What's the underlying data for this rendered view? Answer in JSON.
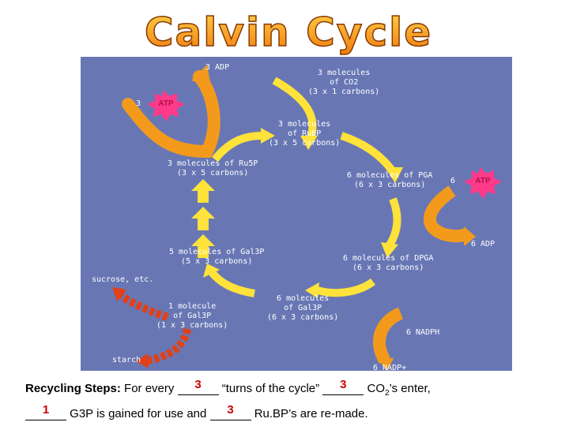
{
  "title": "Calvin Cycle",
  "diagram": {
    "labels": {
      "adp_top": "3 ADP",
      "co2_in": "3 molecules\nof CO2\n(3 x 1 carbons)",
      "three_left": "3",
      "atp": "ATP",
      "rubp": "3 molecules\nof RuBP\n(3 x 5 carbons)",
      "ru5p": "3 molecules of Ru5P\n(3 x 5 carbons)",
      "pga": "6 molecules of PGA\n(6 x 3 carbons)",
      "six_right": "6",
      "adp_right": "6 ADP",
      "gal3p_5": "5 molecules of Gal3P\n(5 x 3 carbons)",
      "dpga": "6 molecules of DPGA\n(6 x 3 carbons)",
      "sucrose": "sucrose, etc.",
      "gal3p_6": "6 molecules\nof Gal3P\n(6 x 3 carbons)",
      "gal3p_1": "1 molecule\nof Gal3P\n(1 x 3 carbons)",
      "nadph": "6 NADPH",
      "starch": "starch",
      "nadp": "6 NADP+"
    }
  },
  "recycling": {
    "heading": "Recycling Steps:",
    "line1_a": "For every",
    "blank1": "3",
    "line1_b": "“turns of the cycle”",
    "blank2": "3",
    "line1_c_pre": "CO",
    "line1_c_sub": "2",
    "line1_c_post": "’s enter,",
    "blank3": "1",
    "line2_a": "G3P is gained for use and",
    "blank4": "3",
    "line2_b": "Ru.BP’s are re-made."
  }
}
